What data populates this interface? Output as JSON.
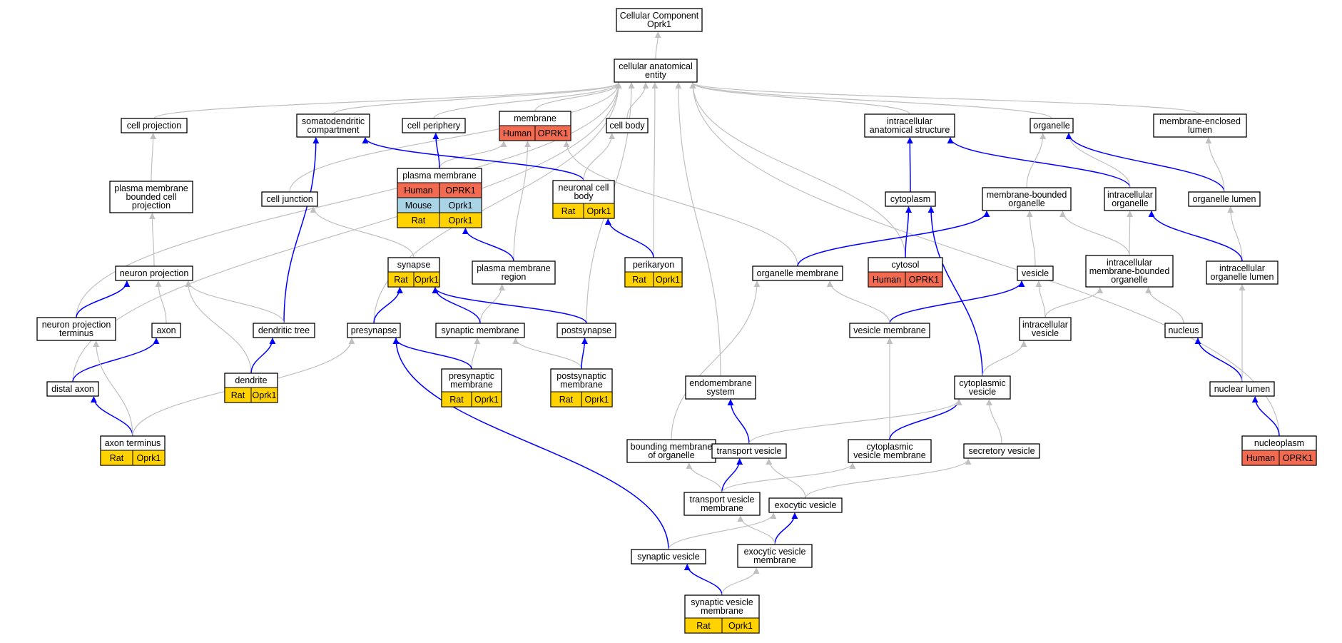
{
  "colors": {
    "human": "#f26a50",
    "mouse": "#a9d4e6",
    "rat": "#ffd200",
    "edge_part_of": "#0000ff",
    "edge_is_a": "#c0c0c0"
  },
  "nodes": {
    "root": {
      "lines": [
        "Cellular Component",
        "Oprk1"
      ]
    },
    "cae": {
      "lines": [
        "cellular anatomical",
        "entity"
      ]
    },
    "cell_projection": {
      "lines": [
        "cell projection"
      ]
    },
    "somatodendritic": {
      "lines": [
        "somatodendritic",
        "compartment"
      ]
    },
    "cell_periphery": {
      "lines": [
        "cell periphery"
      ]
    },
    "membrane": {
      "lines": [
        "membrane"
      ],
      "annotations": [
        [
          "Human",
          "OPRK1"
        ]
      ]
    },
    "cell_body": {
      "lines": [
        "cell body"
      ]
    },
    "intracellular_structure": {
      "lines": [
        "intracellular",
        "anatomical structure"
      ]
    },
    "organelle": {
      "lines": [
        "organelle"
      ]
    },
    "me_lumen": {
      "lines": [
        "membrane-enclosed",
        "lumen"
      ]
    },
    "pmbcp": {
      "lines": [
        "plasma membrane",
        "bounded cell",
        "projection"
      ]
    },
    "cell_junction": {
      "lines": [
        "cell junction"
      ]
    },
    "plasma_membrane": {
      "lines": [
        "plasma membrane"
      ],
      "annotations": [
        [
          "Human",
          "OPRK1"
        ],
        [
          "Mouse",
          "Oprk1"
        ],
        [
          "Rat",
          "Oprk1"
        ]
      ]
    },
    "neuronal_cell_body": {
      "lines": [
        "neuronal cell",
        "body"
      ],
      "annotations": [
        [
          "Rat",
          "Oprk1"
        ]
      ]
    },
    "cytoplasm": {
      "lines": [
        "cytoplasm"
      ]
    },
    "mbo": {
      "lines": [
        "membrane-bounded",
        "organelle"
      ]
    },
    "intracellular_organelle": {
      "lines": [
        "intracellular",
        "organelle"
      ]
    },
    "organelle_lumen": {
      "lines": [
        "organelle lumen"
      ]
    },
    "neuron_projection": {
      "lines": [
        "neuron projection"
      ]
    },
    "synapse": {
      "lines": [
        "synapse"
      ],
      "annotations": [
        [
          "Rat",
          "Oprk1"
        ]
      ]
    },
    "pm_region": {
      "lines": [
        "plasma membrane",
        "region"
      ]
    },
    "perikaryon": {
      "lines": [
        "perikaryon"
      ],
      "annotations": [
        [
          "Rat",
          "Oprk1"
        ]
      ]
    },
    "organelle_membrane": {
      "lines": [
        "organelle membrane"
      ]
    },
    "cytosol": {
      "lines": [
        "cytosol"
      ],
      "annotations": [
        [
          "Human",
          "OPRK1"
        ]
      ]
    },
    "vesicle": {
      "lines": [
        "vesicle"
      ]
    },
    "imbo": {
      "lines": [
        "intracellular",
        "membrane-bounded",
        "organelle"
      ]
    },
    "iol": {
      "lines": [
        "intracellular",
        "organelle lumen"
      ]
    },
    "npt": {
      "lines": [
        "neuron projection",
        "terminus"
      ]
    },
    "axon": {
      "lines": [
        "axon"
      ]
    },
    "dendritic_tree": {
      "lines": [
        "dendritic tree"
      ]
    },
    "presynapse": {
      "lines": [
        "presynapse"
      ]
    },
    "synaptic_membrane": {
      "lines": [
        "synaptic membrane"
      ]
    },
    "postsynapse": {
      "lines": [
        "postsynapse"
      ]
    },
    "vesicle_membrane": {
      "lines": [
        "vesicle membrane"
      ]
    },
    "intracellular_vesicle": {
      "lines": [
        "intracellular",
        "vesicle"
      ]
    },
    "nucleus": {
      "lines": [
        "nucleus"
      ]
    },
    "dendrite": {
      "lines": [
        "dendrite"
      ],
      "annotations": [
        [
          "Rat",
          "Oprk1"
        ]
      ]
    },
    "presynaptic_membrane": {
      "lines": [
        "presynaptic",
        "membrane"
      ],
      "annotations": [
        [
          "Rat",
          "Oprk1"
        ]
      ]
    },
    "postsynaptic_membrane": {
      "lines": [
        "postsynaptic",
        "membrane"
      ],
      "annotations": [
        [
          "Rat",
          "Oprk1"
        ]
      ]
    },
    "distal_axon": {
      "lines": [
        "distal axon"
      ]
    },
    "endomembrane": {
      "lines": [
        "endomembrane",
        "system"
      ]
    },
    "cytoplasmic_vesicle": {
      "lines": [
        "cytoplasmic",
        "vesicle"
      ]
    },
    "nuclear_lumen": {
      "lines": [
        "nuclear lumen"
      ]
    },
    "axon_terminus": {
      "lines": [
        "axon terminus"
      ],
      "annotations": [
        [
          "Rat",
          "Oprk1"
        ]
      ]
    },
    "bmo": {
      "lines": [
        "bounding membrane",
        "of organelle"
      ]
    },
    "transport_vesicle": {
      "lines": [
        "transport vesicle"
      ]
    },
    "cvm": {
      "lines": [
        "cytoplasmic",
        "vesicle membrane"
      ]
    },
    "secretory_vesicle": {
      "lines": [
        "secretory vesicle"
      ]
    },
    "nucleoplasm": {
      "lines": [
        "nucleoplasm"
      ],
      "annotations": [
        [
          "Human",
          "OPRK1"
        ]
      ]
    },
    "tvm": {
      "lines": [
        "transport vesicle",
        "membrane"
      ]
    },
    "exocytic_vesicle": {
      "lines": [
        "exocytic vesicle"
      ]
    },
    "synaptic_vesicle": {
      "lines": [
        "synaptic vesicle"
      ]
    },
    "evm": {
      "lines": [
        "exocytic vesicle",
        "membrane"
      ]
    },
    "svm": {
      "lines": [
        "synaptic vesicle",
        "membrane"
      ],
      "annotations": [
        [
          "Rat",
          "Oprk1"
        ]
      ]
    }
  },
  "edges": [
    {
      "from": "cae",
      "to": "root",
      "kind": "is_a"
    },
    {
      "from": "cell_projection",
      "to": "cae",
      "kind": "is_a"
    },
    {
      "from": "somatodendritic",
      "to": "cae",
      "kind": "is_a"
    },
    {
      "from": "cell_periphery",
      "to": "cae",
      "kind": "is_a"
    },
    {
      "from": "membrane",
      "to": "cae",
      "kind": "is_a"
    },
    {
      "from": "cell_body",
      "to": "cae",
      "kind": "is_a"
    },
    {
      "from": "intracellular_structure",
      "to": "cae",
      "kind": "is_a"
    },
    {
      "from": "organelle",
      "to": "cae",
      "kind": "is_a"
    },
    {
      "from": "me_lumen",
      "to": "cae",
      "kind": "is_a"
    },
    {
      "from": "cell_junction",
      "to": "cae",
      "kind": "is_a"
    },
    {
      "from": "npt",
      "to": "cae",
      "kind": "is_a"
    },
    {
      "from": "distal_axon",
      "to": "cae",
      "kind": "is_a"
    },
    {
      "from": "presynapse",
      "to": "cae",
      "kind": "is_a"
    },
    {
      "from": "postsynapse",
      "to": "cae",
      "kind": "is_a"
    },
    {
      "from": "perikaryon",
      "to": "cae",
      "kind": "is_a"
    },
    {
      "from": "endomembrane",
      "to": "cae",
      "kind": "is_a"
    },
    {
      "from": "cytosol",
      "to": "cae",
      "kind": "is_a"
    },
    {
      "from": "nucleoplasm",
      "to": "cae",
      "kind": "is_a"
    },
    {
      "from": "pmbcp",
      "to": "cell_projection",
      "kind": "is_a"
    },
    {
      "from": "neuron_projection",
      "to": "pmbcp",
      "kind": "is_a"
    },
    {
      "from": "plasma_membrane",
      "to": "membrane",
      "kind": "is_a"
    },
    {
      "from": "pm_region",
      "to": "membrane",
      "kind": "is_a"
    },
    {
      "from": "organelle_membrane",
      "to": "membrane",
      "kind": "is_a"
    },
    {
      "from": "plasma_membrane",
      "to": "cell_periphery",
      "kind": "part_of"
    },
    {
      "from": "neuronal_cell_body",
      "to": "somatodendritic",
      "kind": "part_of"
    },
    {
      "from": "neuronal_cell_body",
      "to": "cell_body",
      "kind": "is_a"
    },
    {
      "from": "perikaryon",
      "to": "neuronal_cell_body",
      "kind": "part_of"
    },
    {
      "from": "dendritic_tree",
      "to": "somatodendritic",
      "kind": "part_of"
    },
    {
      "from": "synapse",
      "to": "cell_junction",
      "kind": "is_a"
    },
    {
      "from": "pm_region",
      "to": "plasma_membrane",
      "kind": "part_of"
    },
    {
      "from": "synaptic_membrane",
      "to": "pm_region",
      "kind": "is_a"
    },
    {
      "from": "cytoplasm",
      "to": "intracellular_structure",
      "kind": "part_of"
    },
    {
      "from": "intracellular_organelle",
      "to": "intracellular_structure",
      "kind": "part_of"
    },
    {
      "from": "cytosol",
      "to": "cytoplasm",
      "kind": "part_of"
    },
    {
      "from": "cytoplasmic_vesicle",
      "to": "cytoplasm",
      "kind": "part_of"
    },
    {
      "from": "mbo",
      "to": "organelle",
      "kind": "is_a"
    },
    {
      "from": "intracellular_organelle",
      "to": "organelle",
      "kind": "is_a"
    },
    {
      "from": "organelle_lumen",
      "to": "organelle",
      "kind": "part_of"
    },
    {
      "from": "organelle_lumen",
      "to": "me_lumen",
      "kind": "is_a"
    },
    {
      "from": "iol",
      "to": "organelle_lumen",
      "kind": "is_a"
    },
    {
      "from": "iol",
      "to": "intracellular_organelle",
      "kind": "part_of"
    },
    {
      "from": "organelle_membrane",
      "to": "mbo",
      "kind": "part_of"
    },
    {
      "from": "vesicle",
      "to": "mbo",
      "kind": "is_a"
    },
    {
      "from": "imbo",
      "to": "mbo",
      "kind": "is_a"
    },
    {
      "from": "imbo",
      "to": "intracellular_organelle",
      "kind": "is_a"
    },
    {
      "from": "intracellular_vesicle",
      "to": "vesicle",
      "kind": "is_a"
    },
    {
      "from": "intracellular_vesicle",
      "to": "imbo",
      "kind": "is_a"
    },
    {
      "from": "nucleus",
      "to": "imbo",
      "kind": "is_a"
    },
    {
      "from": "vesicle_membrane",
      "to": "vesicle",
      "kind": "part_of"
    },
    {
      "from": "vesicle_membrane",
      "to": "organelle_membrane",
      "kind": "is_a"
    },
    {
      "from": "npt",
      "to": "neuron_projection",
      "kind": "part_of"
    },
    {
      "from": "axon",
      "to": "neuron_projection",
      "kind": "is_a"
    },
    {
      "from": "dendrite",
      "to": "neuron_projection",
      "kind": "is_a"
    },
    {
      "from": "dendritic_tree",
      "to": "neuron_projection",
      "kind": "is_a"
    },
    {
      "from": "dendrite",
      "to": "dendritic_tree",
      "kind": "part_of"
    },
    {
      "from": "presynapse",
      "to": "synapse",
      "kind": "part_of"
    },
    {
      "from": "synaptic_membrane",
      "to": "synapse",
      "kind": "part_of"
    },
    {
      "from": "postsynapse",
      "to": "synapse",
      "kind": "part_of"
    },
    {
      "from": "presynaptic_membrane",
      "to": "synaptic_membrane",
      "kind": "is_a"
    },
    {
      "from": "postsynaptic_membrane",
      "to": "synaptic_membrane",
      "kind": "is_a"
    },
    {
      "from": "presynaptic_membrane",
      "to": "presynapse",
      "kind": "part_of"
    },
    {
      "from": "postsynaptic_membrane",
      "to": "postsynapse",
      "kind": "part_of"
    },
    {
      "from": "distal_axon",
      "to": "axon",
      "kind": "part_of"
    },
    {
      "from": "axon_terminus",
      "to": "distal_axon",
      "kind": "part_of"
    },
    {
      "from": "axon_terminus",
      "to": "npt",
      "kind": "is_a"
    },
    {
      "from": "axon_terminus",
      "to": "presynapse",
      "kind": "is_a"
    },
    {
      "from": "synaptic_vesicle",
      "to": "presynapse",
      "kind": "part_of"
    },
    {
      "from": "cytoplasmic_vesicle",
      "to": "intracellular_vesicle",
      "kind": "is_a"
    },
    {
      "from": "nuclear_lumen",
      "to": "nucleus",
      "kind": "part_of"
    },
    {
      "from": "nuclear_lumen",
      "to": "iol",
      "kind": "is_a"
    },
    {
      "from": "nucleoplasm",
      "to": "nuclear_lumen",
      "kind": "part_of"
    },
    {
      "from": "bmo",
      "to": "organelle_membrane",
      "kind": "is_a"
    },
    {
      "from": "cvm",
      "to": "vesicle_membrane",
      "kind": "is_a"
    },
    {
      "from": "cvm",
      "to": "cytoplasmic_vesicle",
      "kind": "part_of"
    },
    {
      "from": "transport_vesicle",
      "to": "endomembrane",
      "kind": "part_of"
    },
    {
      "from": "transport_vesicle",
      "to": "cytoplasmic_vesicle",
      "kind": "is_a"
    },
    {
      "from": "secretory_vesicle",
      "to": "cytoplasmic_vesicle",
      "kind": "is_a"
    },
    {
      "from": "tvm",
      "to": "bmo",
      "kind": "is_a"
    },
    {
      "from": "tvm",
      "to": "transport_vesicle",
      "kind": "part_of"
    },
    {
      "from": "tvm",
      "to": "cvm",
      "kind": "is_a"
    },
    {
      "from": "exocytic_vesicle",
      "to": "transport_vesicle",
      "kind": "is_a"
    },
    {
      "from": "exocytic_vesicle",
      "to": "secretory_vesicle",
      "kind": "is_a"
    },
    {
      "from": "evm",
      "to": "exocytic_vesicle",
      "kind": "part_of"
    },
    {
      "from": "evm",
      "to": "tvm",
      "kind": "is_a"
    },
    {
      "from": "synaptic_vesicle",
      "to": "exocytic_vesicle",
      "kind": "is_a"
    },
    {
      "from": "svm",
      "to": "synaptic_vesicle",
      "kind": "part_of"
    },
    {
      "from": "svm",
      "to": "evm",
      "kind": "is_a"
    }
  ]
}
